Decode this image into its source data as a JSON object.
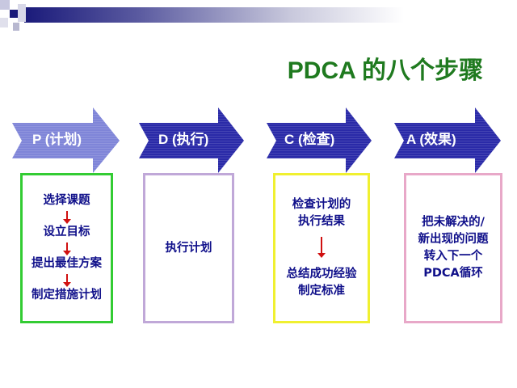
{
  "title": "PDCA 的八个步骤",
  "steps": [
    {
      "label": "P (计划)",
      "color": "#7f85d8",
      "border": "#33cc33",
      "items": [
        "选择课题",
        "设立目标",
        "提出最佳方案",
        "制定措施计划"
      ]
    },
    {
      "label": "D (执行)",
      "color": "#2a2aa8",
      "border": "#c0a8d8",
      "items": [
        "执行计划"
      ]
    },
    {
      "label": "C (检查)",
      "color": "#2a2aa8",
      "border": "#f0f030",
      "items": [
        "检查计划的",
        "执行结果",
        "总结成功经验",
        "制定标准"
      ]
    },
    {
      "label": "A (效果)",
      "color": "#2a2aa8",
      "border": "#e8a8c8",
      "items": [
        "把未解决的/",
        "新出现的问题",
        "转入下一个",
        "PDCA循环"
      ]
    }
  ]
}
